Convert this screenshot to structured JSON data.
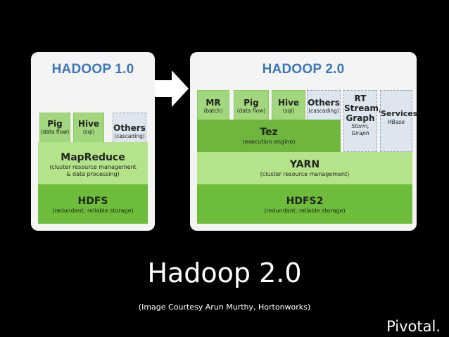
{
  "hadoop1": {
    "title": "HADOOP 1.0",
    "tabs": [
      {
        "name": "Pig",
        "sub": "(data flow)"
      },
      {
        "name": "Hive",
        "sub": "(sql)"
      },
      {
        "name": "Others",
        "sub": "(cascading)"
      }
    ],
    "mapreduce": {
      "name": "MapReduce",
      "sub1": "(cluster resource management",
      "sub2": "& data processing)"
    },
    "hdfs": {
      "name": "HDFS",
      "sub": "(redundant, reliable storage)"
    }
  },
  "hadoop2": {
    "title": "HADOOP 2.0",
    "tabs": [
      {
        "name": "MR",
        "sub": "(batch)"
      },
      {
        "name": "Pig",
        "sub": "(data flow)"
      },
      {
        "name": "Hive",
        "sub": "(sql)"
      },
      {
        "name": "Others",
        "sub": "(cascading)"
      }
    ],
    "rt": {
      "line1": "RT",
      "line2": "Stream,",
      "line3": "Graph",
      "sub1": "Storm,",
      "sub2": "Giraph"
    },
    "services": {
      "name": "Services",
      "sub": "HBase"
    },
    "tez": {
      "name": "Tez",
      "sub": "(execution engine)"
    },
    "yarn": {
      "name": "YARN",
      "sub": "(cluster resource management)"
    },
    "hdfs2": {
      "name": "HDFS2",
      "sub": "(redundant, reliable storage)"
    }
  },
  "slide": {
    "title": "Hadoop 2.0",
    "caption": "(Image Courtesy Arun Murthy, Hortonworks)",
    "logo": "Pivotal."
  },
  "colors": {
    "title_blue": "#3b78b8",
    "green_light": "#b5e38a",
    "green_dark": "#6ebd3a",
    "panel": "#f4f4f4"
  }
}
